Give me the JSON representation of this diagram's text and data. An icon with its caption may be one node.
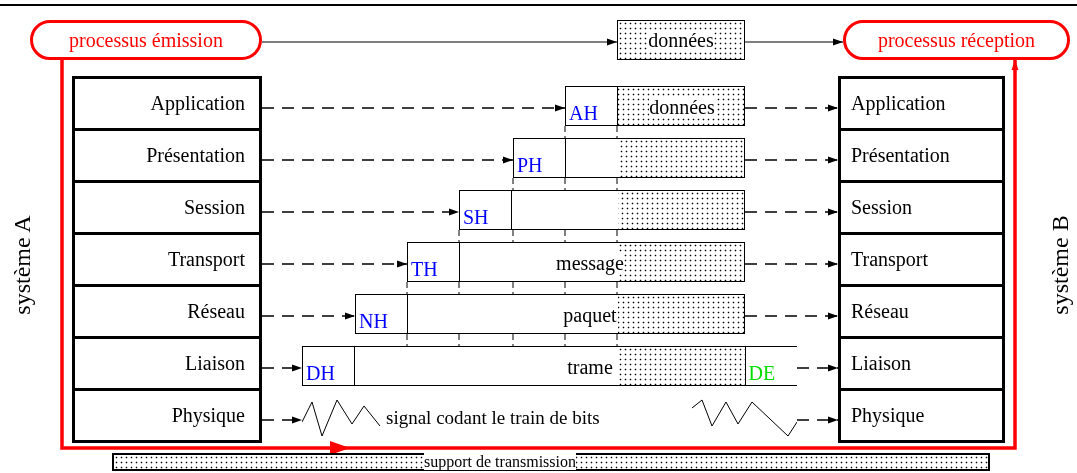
{
  "diagram": {
    "nodes": [
      {
        "text": [
          "processus émission"
        ]
      },
      {
        "text": [
          "données"
        ]
      },
      {
        "text": [
          "processus réception"
        ]
      },
      {
        "text": [
          "Application"
        ]
      },
      {
        "text": [
          "Présentation"
        ]
      },
      {
        "text": [
          "Session"
        ]
      },
      {
        "text": [
          "Transport"
        ]
      },
      {
        "text": [
          "Réseau"
        ]
      },
      {
        "text": [
          "Liaison"
        ]
      },
      {
        "text": [
          "Physique"
        ]
      },
      {
        "text": [
          "AH",
          "données"
        ]
      },
      {
        "text": [
          "PH"
        ]
      },
      {
        "text": [
          "SH"
        ]
      },
      {
        "text": [
          "TH",
          "message"
        ]
      },
      {
        "text": [
          "NH",
          "paquet"
        ]
      },
      {
        "text": [
          "DH",
          "trame",
          "DE"
        ]
      },
      {
        "text": [
          "signal codant le train de bits"
        ]
      },
      {
        "text": [
          "Application"
        ]
      },
      {
        "text": [
          "Présentation"
        ]
      },
      {
        "text": [
          "Session"
        ]
      },
      {
        "text": [
          "Transport"
        ]
      },
      {
        "text": [
          "Réseau"
        ]
      },
      {
        "text": [
          "Liaison"
        ]
      },
      {
        "text": [
          "Physique"
        ]
      },
      {
        "text": [
          "support de transmission"
        ]
      }
    ],
    "edges": [
      {
        "from": 0,
        "to": 1,
        "arrow": "to"
      },
      {
        "from": 1,
        "to": 2,
        "arrow": "to"
      },
      {
        "from": 3,
        "to": 10,
        "arrow": "to",
        "style": "dashed"
      },
      {
        "from": 4,
        "to": 11,
        "arrow": "to",
        "style": "dashed"
      },
      {
        "from": 5,
        "to": 12,
        "arrow": "to",
        "style": "dashed"
      },
      {
        "from": 6,
        "to": 13,
        "arrow": "to",
        "style": "dashed"
      },
      {
        "from": 7,
        "to": 14,
        "arrow": "to",
        "style": "dashed"
      },
      {
        "from": 8,
        "to": 15,
        "arrow": "to",
        "style": "dashed"
      },
      {
        "from": 9,
        "to": 16,
        "arrow": "to",
        "style": "dashed"
      },
      {
        "from": 10,
        "to": 17,
        "arrow": "to",
        "style": "dashed"
      },
      {
        "from": 11,
        "to": 18,
        "arrow": "to",
        "style": "dashed"
      },
      {
        "from": 12,
        "to": 19,
        "arrow": "to",
        "style": "dashed"
      },
      {
        "from": 13,
        "to": 20,
        "arrow": "to",
        "style": "dashed"
      },
      {
        "from": 14,
        "to": 21,
        "arrow": "to",
        "style": "dashed"
      },
      {
        "from": 15,
        "to": 22,
        "arrow": "to",
        "style": "dashed"
      },
      {
        "from": 16,
        "to": 23,
        "arrow": "to",
        "style": "dashed"
      },
      {
        "from": 0,
        "to": 2,
        "arrow": "to",
        "style": "thick",
        "color": "#ff0000"
      }
    ],
    "labels": [
      "système A",
      "système B"
    ]
  }
}
